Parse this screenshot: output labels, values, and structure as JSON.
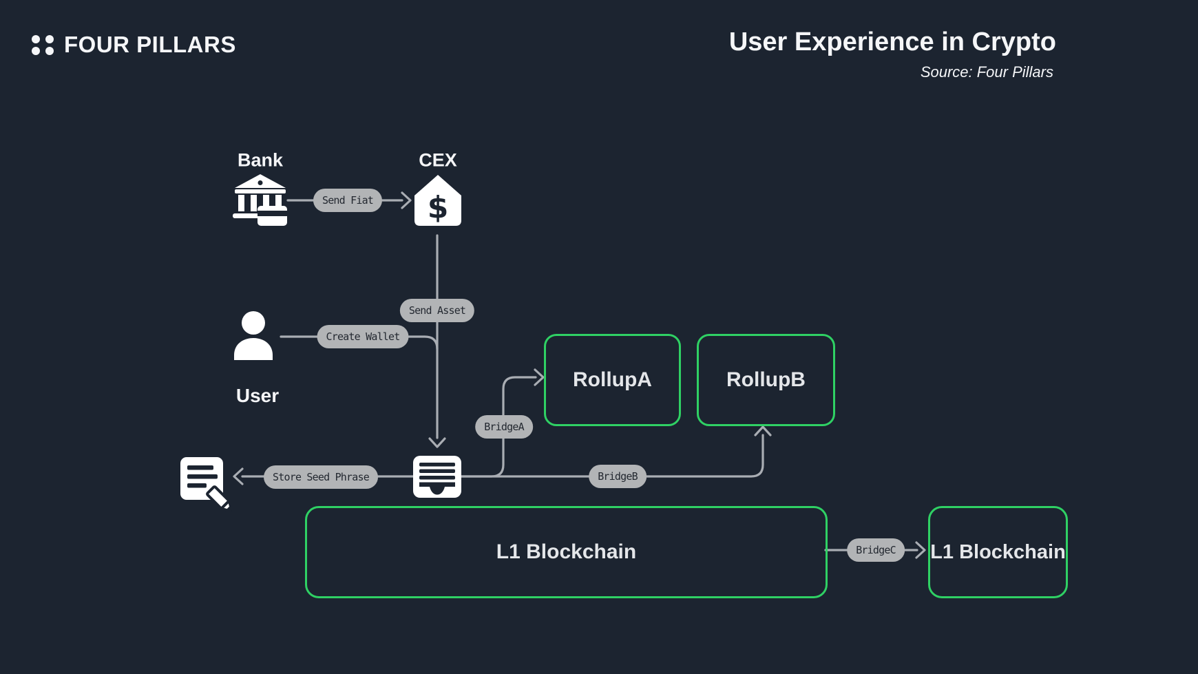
{
  "header": {
    "brand": "FOUR PILLARS",
    "title": "User Experience in Crypto",
    "source": "Source: Four Pillars"
  },
  "nodes": {
    "bank": "Bank",
    "cex": "CEX",
    "cex_symbol": "$",
    "user": "User",
    "rollup_a": "RollupA",
    "rollup_b": "RollupB",
    "l1_main": "L1 Blockchain",
    "l1_other": "L1 Blockchain"
  },
  "edges": {
    "send_fiat": "Send Fiat",
    "send_asset": "Send Asset",
    "create_wallet": "Create Wallet",
    "store_seed_phrase": "Store Seed Phrase",
    "bridge_a": "BridgeA",
    "bridge_b": "BridgeB",
    "bridge_c": "BridgeC"
  },
  "icons": {
    "brand-dots-icon": "four-dots-logo",
    "bank-icon": "bank-building-with-card",
    "cex-icon": "house-with-dollar-sign",
    "user-icon": "person-silhouette",
    "wallet-icon": "wallet-with-cards",
    "seed-note-icon": "note-paper-with-pencil"
  },
  "colors": {
    "background": "#1c2430",
    "box_border_green": "#2fd164",
    "pill_bg": "#b2b4b6",
    "pill_text": "#232830",
    "line": "#a9adb3",
    "heading_text": "#f5f6f8",
    "box_text": "#e4e6e9",
    "icon_fill": "#ffffff",
    "icon_detail": "#1c2430"
  }
}
